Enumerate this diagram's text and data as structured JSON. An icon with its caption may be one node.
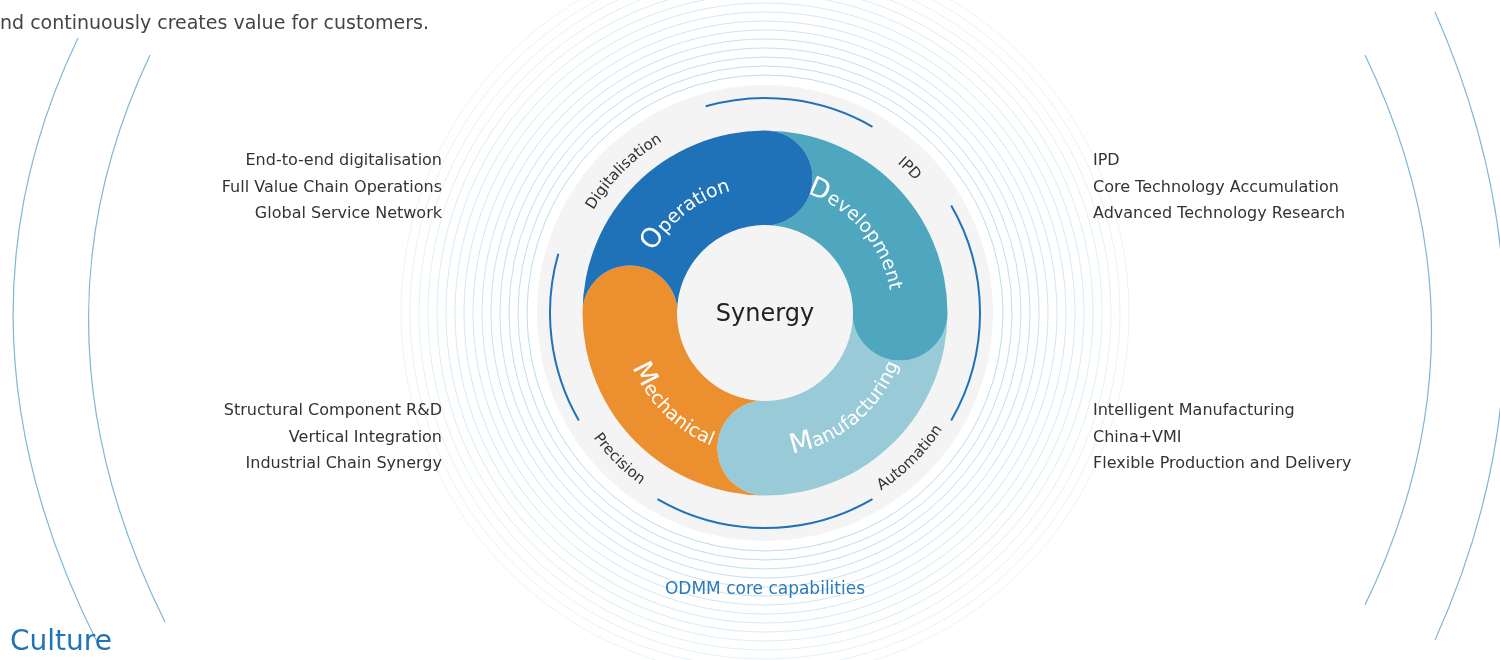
{
  "diagram": {
    "caption": "ODMM core capabilities",
    "nodes": [
      {
        "text": [
          "Synergy"
        ]
      },
      {
        "text": [
          "Operation"
        ]
      },
      {
        "text": [
          "Development"
        ]
      },
      {
        "text": [
          "Manufacturing"
        ]
      },
      {
        "text": [
          "Mechanical"
        ]
      }
    ],
    "labels": [
      "nd continuously creates value for customers.",
      "Digitalisation",
      "IPD",
      "End-to-end digitalisation",
      "Full Value Chain Operations",
      "Global Service Network",
      "IPD",
      "Core Technology Accumulation",
      "Advanced Technology Research",
      "Structural Component R&D",
      "Vertical Integration",
      "Industrial Chain Synergy",
      "Precision",
      "Automation",
      "Intelligent Manufacturing",
      "China+VMI",
      "Flexible Production and Delivery",
      "Culture"
    ]
  }
}
